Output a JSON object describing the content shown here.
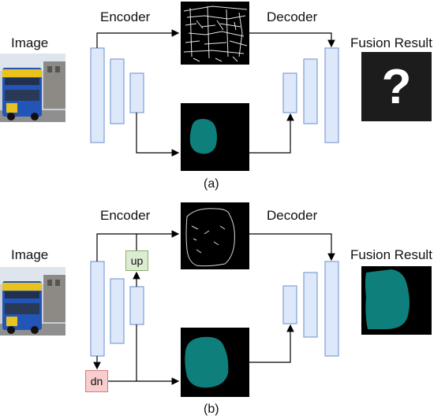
{
  "panel_a": {
    "image_label": "Image",
    "encoder_label": "Encoder",
    "decoder_label": "Decoder",
    "fusion_label": "Fusion Result",
    "fusion_placeholder": "?",
    "caption": "(a)"
  },
  "panel_b": {
    "image_label": "Image",
    "encoder_label": "Encoder",
    "decoder_label": "Decoder",
    "fusion_label": "Fusion Result",
    "up_label": "up",
    "dn_label": "dn",
    "caption": "(b)"
  },
  "colors": {
    "encoder_block_fill": "#dde8fb",
    "encoder_block_stroke": "#7f9fd6",
    "up_fill": "#dcecd3",
    "up_stroke": "#86b26b",
    "dn_fill": "#f7cdcd",
    "dn_stroke": "#d77c7c",
    "mask_teal": "#0e7f7a",
    "tile_black": "#000000",
    "result_dark": "#1c1c1c"
  }
}
